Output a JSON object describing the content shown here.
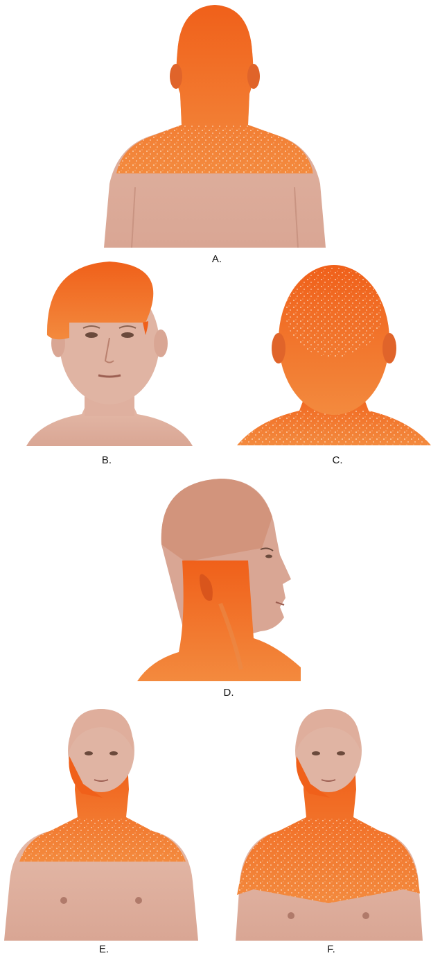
{
  "labels": {
    "a": "A.",
    "b": "B.",
    "c": "C.",
    "d": "D.",
    "e": "E.",
    "f": "F."
  },
  "colors": {
    "skin": "#e3b8a8",
    "skin_shadow": "#c99482",
    "orange": "#f06a1e",
    "orange_light": "#f6a56a",
    "speckle": "#f8d2b0"
  }
}
